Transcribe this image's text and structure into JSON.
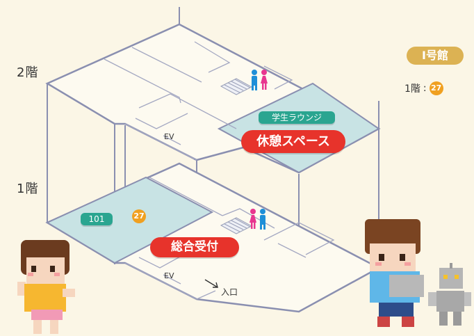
{
  "building": {
    "name": "Ⅰ号館",
    "legend_floor": "1階",
    "legend_sep": ":",
    "legend_room_number": "27"
  },
  "floors": {
    "upper_label": "2階",
    "lower_label": "1階"
  },
  "upper_floor": {
    "lounge_tag": "学生ラウンジ",
    "rest_space_label": "休憩スペース",
    "elevator_label": "EV"
  },
  "lower_floor": {
    "room_tag": "101",
    "room_number_badge": "27",
    "reception_label": "総合受付",
    "elevator_label": "EV",
    "entrance_label": "入口"
  },
  "colors": {
    "background": "#fbf6e6",
    "floor_outline": "#8a8fb0",
    "highlight_area": "#c8e3e4",
    "red_pill": "#e7332b",
    "teal_tag": "#2aa590",
    "badge_gold": "#dcb253",
    "room_number_orange": "#f0a020",
    "restroom_male": "#1e8fd8",
    "restroom_female": "#e8368f"
  },
  "icons": [
    "restroom-icon-upper",
    "restroom-icon-lower",
    "stairs-icon-upper",
    "stairs-icon-lower",
    "student-girl-illustration",
    "student-boy-illustration",
    "robot-illustration"
  ]
}
